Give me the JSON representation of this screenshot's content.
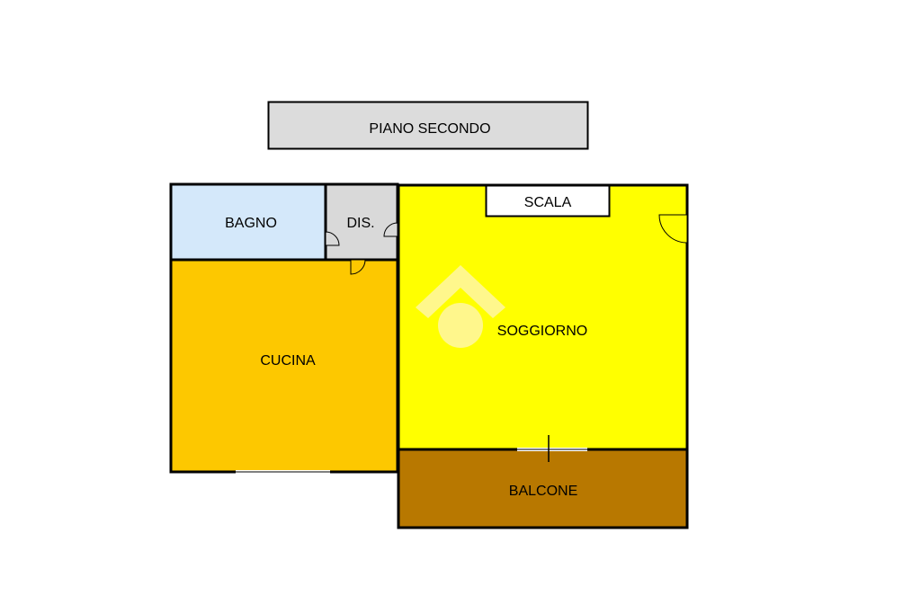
{
  "title": {
    "text": "PIANO SECONDO",
    "fill": "#dcdcdc"
  },
  "rooms": {
    "bagno": {
      "label": "BAGNO",
      "fill": "#d4e8fa"
    },
    "dis": {
      "label": "DIS.",
      "fill": "#d9d9d9"
    },
    "cucina": {
      "label": "CUCINA",
      "fill": "#fdc800"
    },
    "soggiorno": {
      "label": "SOGGIORNO",
      "fill": "#ffff00"
    },
    "scala": {
      "label": "SCALA",
      "fill": "#ffffff"
    },
    "balcone": {
      "label": "BALCONE",
      "fill": "#b87800"
    }
  },
  "colors": {
    "wall": "#000000",
    "door_swing": "#fdc800",
    "watermark": "#fff6b0"
  },
  "watermark_icon": "house-logo-icon"
}
